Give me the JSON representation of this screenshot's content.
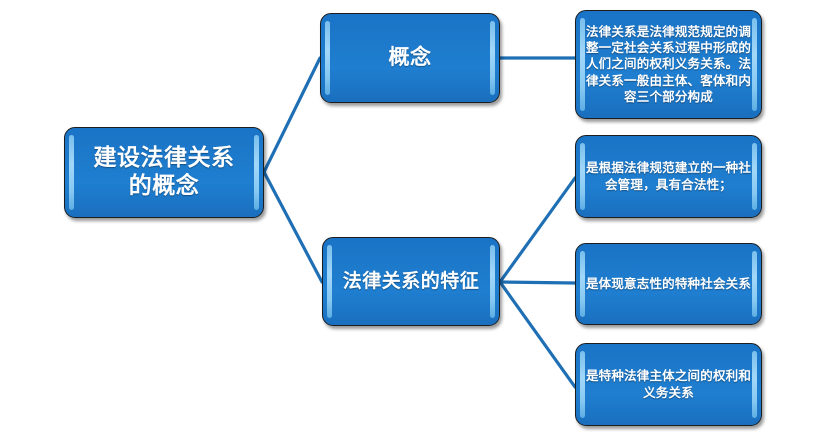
{
  "diagram": {
    "type": "mind-map",
    "title": "建设法律关系的概念",
    "accent_color": "#1c77c9",
    "connector_color": "#1f6fb5",
    "text_color": "#ffffff",
    "border_color": "#1d1d1d",
    "background_color": "#ffffff",
    "root": {
      "label": "建设法律关系\n的概念"
    },
    "branches": [
      {
        "label": "概念",
        "children": [
          {
            "label": "法律关系是法律规范规定的调整一定社会关系过程中形成的人们之间的权利义务关系。法律关系一般由主体、客体和内容三个部分构成"
          }
        ]
      },
      {
        "label": "法律关系的特征",
        "children": [
          {
            "label": "是根据法律规范建立的一种社会管理，具有合法性；"
          },
          {
            "label": "是体现意志性的特种社会关系"
          },
          {
            "label": "是特种法律主体之间的权利和义务关系"
          }
        ]
      }
    ]
  }
}
